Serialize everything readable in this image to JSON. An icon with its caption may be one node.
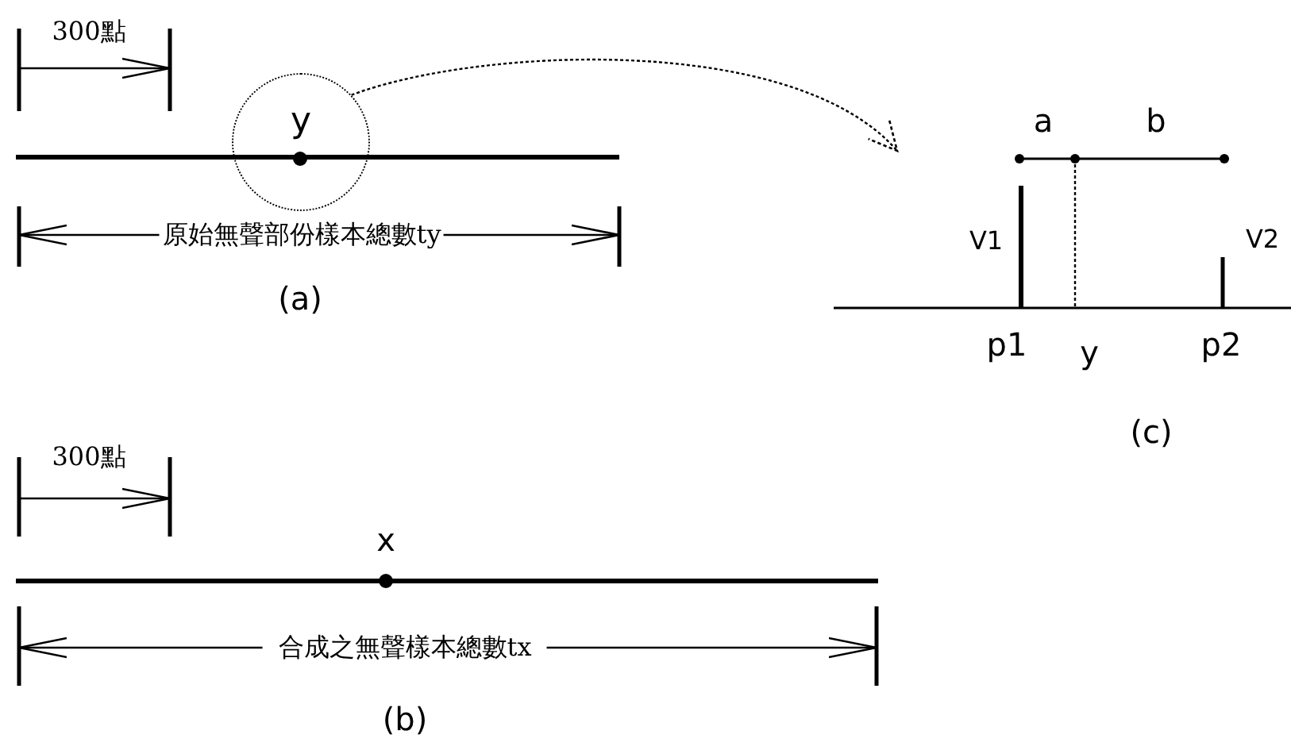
{
  "diagram": {
    "nodes": [
      {
        "text": [
          "y"
        ]
      },
      {
        "text": [],
        "shape": "picture"
      }
    ],
    "edges": [
      {
        "from": 0,
        "to": 1,
        "arrow": "to",
        "style": "dashed"
      }
    ],
    "labels": [
      "300點",
      "a",
      "b",
      "V1",
      "V2",
      "原始無聲部份樣本總數ty",
      "(a)",
      "p1",
      "y",
      "p2",
      "(c)",
      "300點",
      "x",
      "合成之無聲樣本總數tx",
      "(b)"
    ]
  }
}
